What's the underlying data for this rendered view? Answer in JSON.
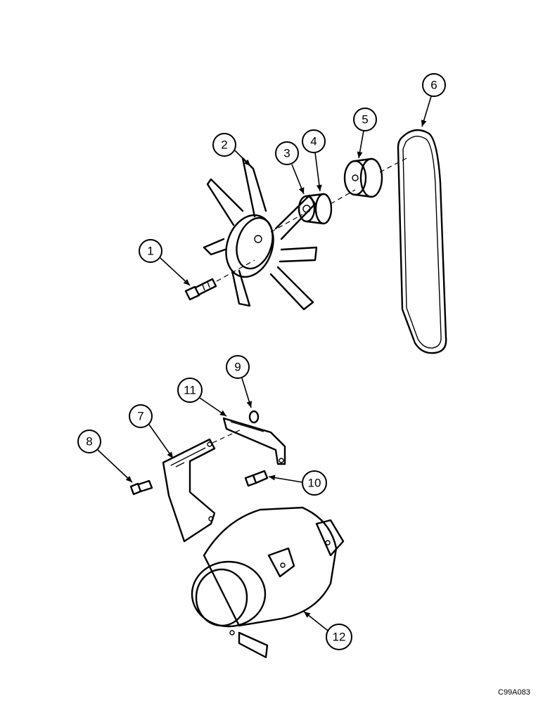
{
  "callouts": [
    "1",
    "2",
    "3",
    "4",
    "5",
    "6",
    "7",
    "8",
    "9",
    "10",
    "11",
    "12"
  ],
  "figure_ref": "C99A083"
}
